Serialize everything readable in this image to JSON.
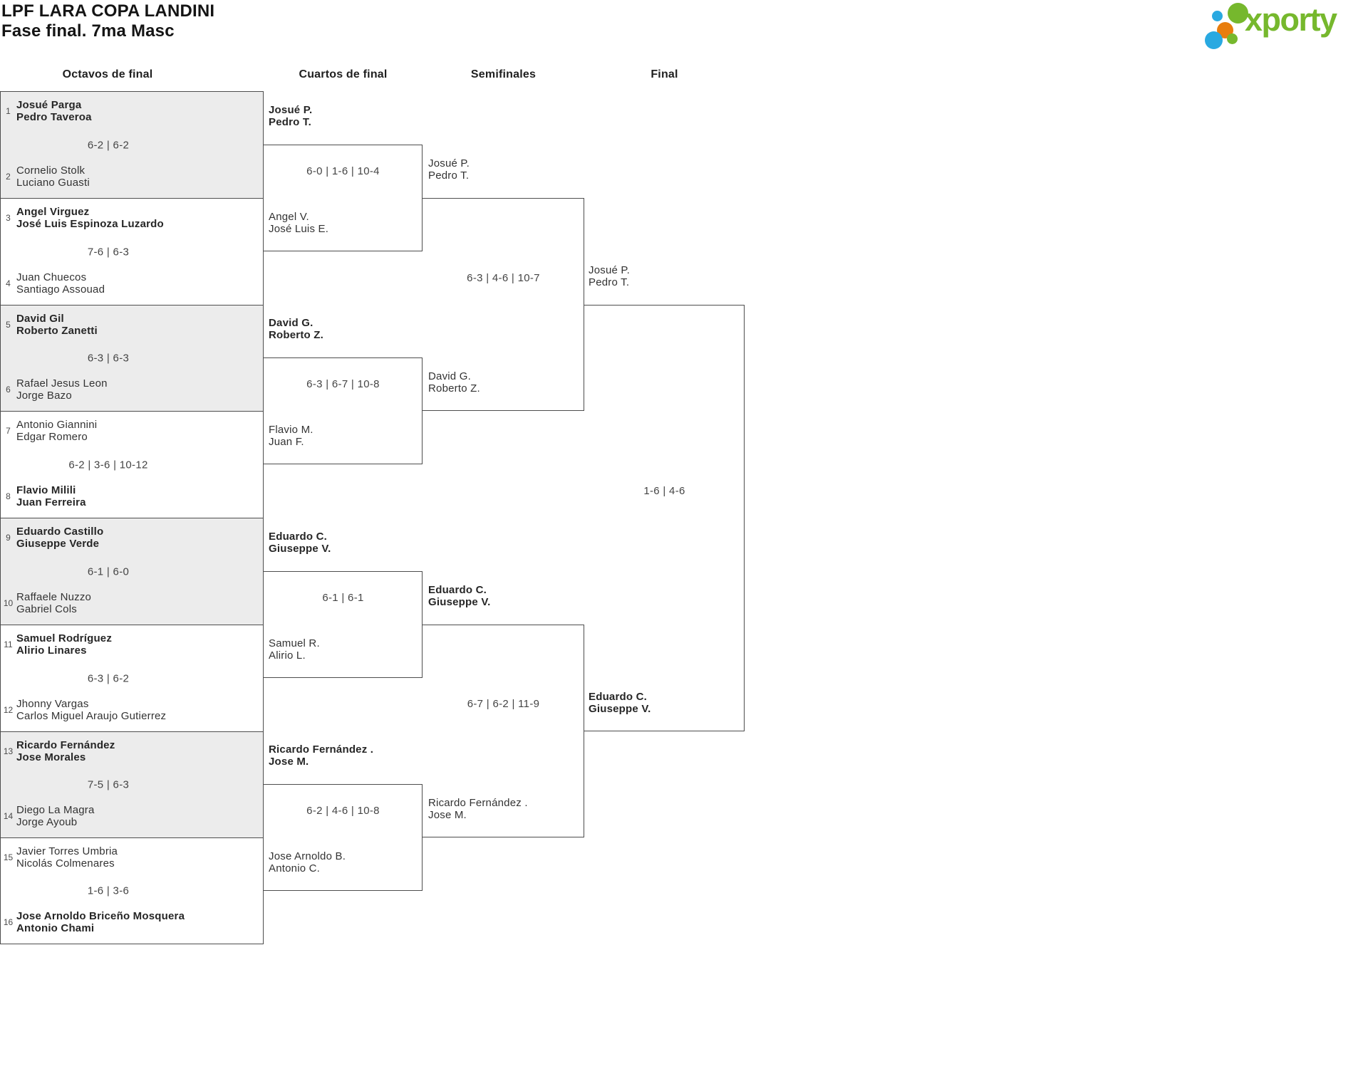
{
  "title": {
    "line1": "LPF LARA COPA LANDINI",
    "line2": "Fase final. 7ma Masc"
  },
  "logo": {
    "text": "xporty",
    "green": "#76b82d",
    "blue": "#29a9e1",
    "orange": "#e87d0e"
  },
  "columns": [
    "Octavos de final",
    "Cuartos de final",
    "Semifinales",
    "Final"
  ],
  "r16": [
    {
      "seed1": "1",
      "team1": [
        "Josué Parga",
        "Pedro Taveroa"
      ],
      "score": "6-2 | 6-2",
      "seed2": "2",
      "team2": [
        "Cornelio Stolk",
        "Luciano Guasti"
      ],
      "winner": "team1"
    },
    {
      "seed1": "3",
      "team1": [
        "Angel Virguez",
        "José Luis Espinoza Luzardo"
      ],
      "score": "7-6 | 6-3",
      "seed2": "4",
      "team2": [
        "Juan Chuecos",
        "Santiago Assouad"
      ],
      "winner": "team1"
    },
    {
      "seed1": "5",
      "team1": [
        "David Gil",
        "Roberto Zanetti"
      ],
      "score": "6-3 | 6-3",
      "seed2": "6",
      "team2": [
        "Rafael Jesus Leon",
        "Jorge Bazo"
      ],
      "winner": "team1"
    },
    {
      "seed1": "7",
      "team1": [
        "Antonio Giannini",
        "Edgar Romero"
      ],
      "score": "6-2 | 3-6 | 10-12",
      "seed2": "8",
      "team2": [
        "Flavio Milili",
        "Juan Ferreira"
      ],
      "winner": "team2"
    },
    {
      "seed1": "9",
      "team1": [
        "Eduardo Castillo",
        "Giuseppe Verde"
      ],
      "score": "6-1 | 6-0",
      "seed2": "10",
      "team2": [
        "Raffaele Nuzzo",
        "Gabriel Cols"
      ],
      "winner": "team1"
    },
    {
      "seed1": "11",
      "team1": [
        "Samuel Rodríguez",
        "Alirio Linares"
      ],
      "score": "6-3 | 6-2",
      "seed2": "12",
      "team2": [
        "Jhonny Vargas",
        "Carlos Miguel Araujo Gutierrez"
      ],
      "winner": "team1"
    },
    {
      "seed1": "13",
      "team1": [
        "Ricardo Fernández",
        "Jose Morales"
      ],
      "score": "7-5 | 6-3",
      "seed2": "14",
      "team2": [
        "Diego La Magra",
        "Jorge Ayoub"
      ],
      "winner": "team1"
    },
    {
      "seed1": "15",
      "team1": [
        "Javier Torres Umbria",
        "Nicolás Colmenares"
      ],
      "score": "1-6 | 3-6",
      "seed2": "16",
      "team2": [
        "Jose Arnoldo Briceño Mosquera",
        "Antonio Chami"
      ],
      "winner": "team2"
    }
  ],
  "qf": [
    {
      "p1": [
        "Josué P.",
        "Pedro T."
      ],
      "score": "6-0 | 1-6 | 10-4",
      "p2": [
        "Angel V.",
        "José Luis E."
      ],
      "winner": "p1"
    },
    {
      "p1": [
        "David G.",
        "Roberto Z."
      ],
      "score": "6-3 | 6-7 | 10-8",
      "p2": [
        "Flavio M.",
        "Juan F."
      ],
      "winner": "p1"
    },
    {
      "p1": [
        "Eduardo C.",
        "Giuseppe V."
      ],
      "score": "6-1 | 6-1",
      "p2": [
        "Samuel R.",
        "Alirio L."
      ],
      "winner": "p1"
    },
    {
      "p1": [
        "Ricardo Fernández .",
        "Jose M."
      ],
      "score": "6-2 | 4-6 | 10-8",
      "p2": [
        "Jose Arnoldo B.",
        "Antonio C."
      ],
      "winner": "p1"
    }
  ],
  "sf": [
    {
      "p1": [
        "Josué P.",
        "Pedro T."
      ],
      "score": "6-3 | 4-6 | 10-7",
      "p2": [
        "David G.",
        "Roberto Z."
      ],
      "winner": "p1"
    },
    {
      "p1": [
        "Eduardo C.",
        "Giuseppe V."
      ],
      "score": "6-7 | 6-2 | 11-9",
      "p2": [
        "Ricardo Fernández .",
        "Jose M."
      ],
      "winner": "p1"
    }
  ],
  "final": {
    "p1": [
      "Josué P.",
      "Pedro T."
    ],
    "score": "1-6 | 4-6",
    "p2": [
      "Eduardo C.",
      "Giuseppe V."
    ],
    "winner": "p2"
  }
}
